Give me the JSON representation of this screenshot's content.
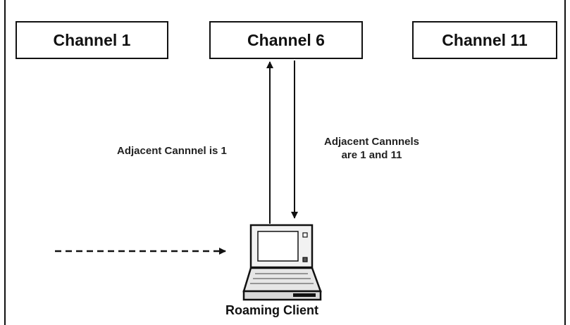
{
  "channels": [
    {
      "label": "Channel 1"
    },
    {
      "label": "Channel 6"
    },
    {
      "label": "Channel 11"
    }
  ],
  "annotations": {
    "left": "Adjacent Cannnel is 1",
    "right_line1": "Adjacent Cannnels",
    "right_line2": "are 1 and 11"
  },
  "client": {
    "label": "Roaming Client"
  },
  "colors": {
    "stroke": "#111111",
    "background": "#ffffff"
  }
}
